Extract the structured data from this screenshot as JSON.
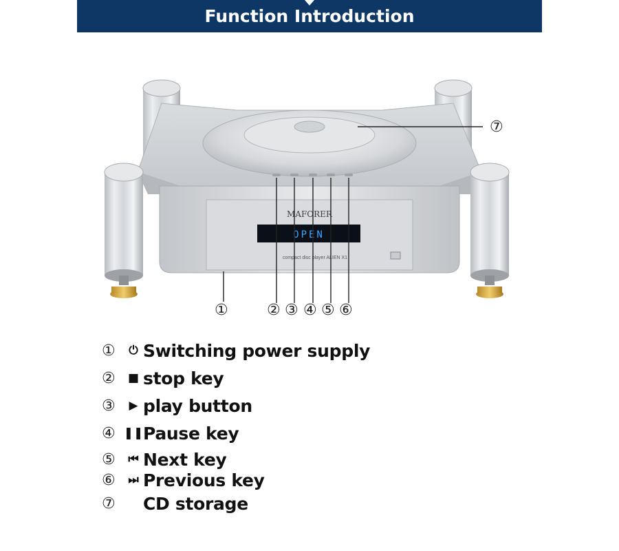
{
  "header": {
    "title": "Function Introduction"
  },
  "product": {
    "brand": "MAFORER",
    "display_text": "OPEN",
    "caption": "compact disc player ALIEN X1"
  },
  "callouts": {
    "c1": "①",
    "c2": "②",
    "c3": "③",
    "c4": "④",
    "c5": "⑤",
    "c6": "⑥",
    "c7": "⑦"
  },
  "legend": [
    {
      "num": "①",
      "icon": "power-icon",
      "symbol": "⏻",
      "label": "Switching power supply"
    },
    {
      "num": "②",
      "icon": "stop-icon",
      "symbol": "■",
      "label": "stop key"
    },
    {
      "num": "③",
      "icon": "play-icon",
      "symbol": "▶",
      "label": "play button"
    },
    {
      "num": "④",
      "icon": "pause-icon",
      "symbol": "❚❚",
      "label": "Pause key"
    },
    {
      "num": "⑤",
      "icon": "next-icon",
      "symbol": "⏮",
      "label": "Next key"
    },
    {
      "num": "⑥",
      "icon": "previous-icon",
      "symbol": "⏭",
      "label": "Previous key"
    },
    {
      "num": "⑦",
      "icon": "",
      "symbol": "",
      "label": "CD storage"
    }
  ]
}
